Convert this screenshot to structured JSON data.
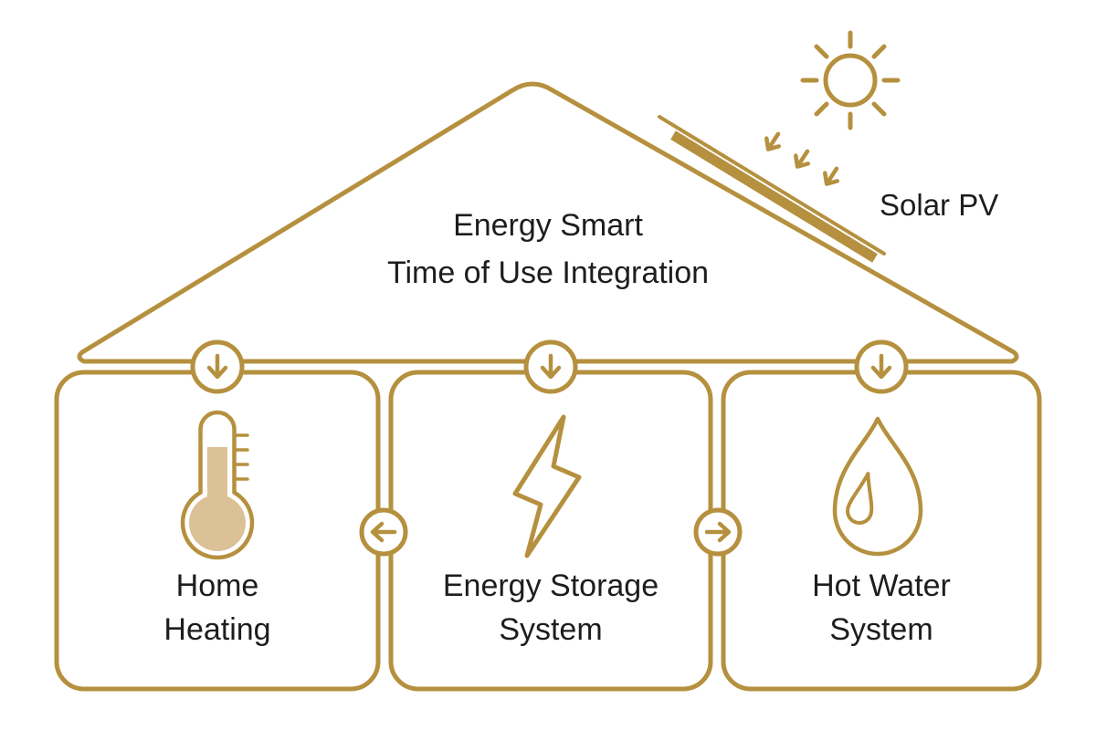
{
  "colors": {
    "gold": "#b5903e",
    "tan_fill": "#dcc096",
    "text": "#1d1d1d",
    "background": "#ffffff"
  },
  "title": {
    "line1": "Energy Smart",
    "line2": "Time of Use Integration"
  },
  "solar": {
    "label": "Solar PV",
    "icon": "solar-panel-icon",
    "sun_icon": "sun-icon",
    "ray_arrows_icon": "sun-ray-arrow-icons"
  },
  "boxes": [
    {
      "id": "home-heating",
      "label_line1": "Home",
      "label_line2": "Heating",
      "icon": "thermometer-icon"
    },
    {
      "id": "energy-storage",
      "label_line1": "Energy Storage",
      "label_line2": "System",
      "icon": "lightning-bolt-icon"
    },
    {
      "id": "hot-water",
      "label_line1": "Hot Water",
      "label_line2": "System",
      "icon": "water-drop-icon"
    }
  ],
  "flows": [
    {
      "from": "roof",
      "to": "home-heating",
      "direction": "down",
      "icon": "down-arrow-icon"
    },
    {
      "from": "roof",
      "to": "energy-storage",
      "direction": "down",
      "icon": "down-arrow-icon"
    },
    {
      "from": "roof",
      "to": "hot-water",
      "direction": "down",
      "icon": "down-arrow-icon"
    },
    {
      "from": "energy-storage",
      "to": "home-heating",
      "direction": "left",
      "icon": "left-arrow-icon"
    },
    {
      "from": "energy-storage",
      "to": "hot-water",
      "direction": "right",
      "icon": "right-arrow-icon"
    }
  ]
}
